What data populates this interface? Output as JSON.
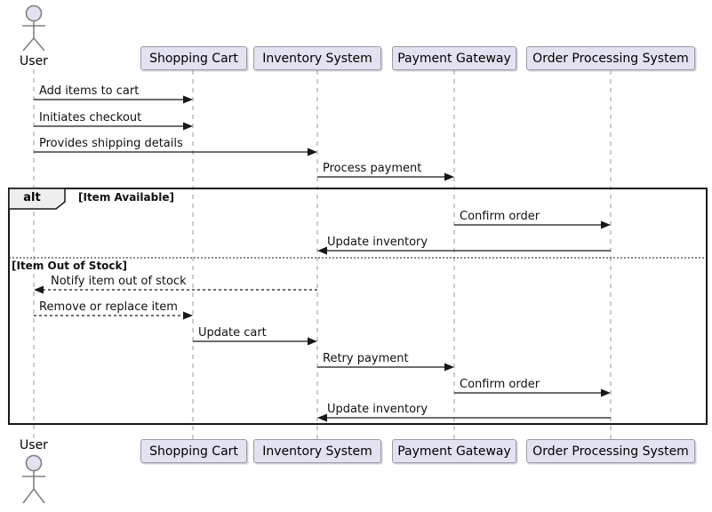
{
  "diagram_type": "uml-sequence-diagram",
  "actor": {
    "label": "User"
  },
  "participants": [
    {
      "label": "Shopping Cart"
    },
    {
      "label": "Inventory System"
    },
    {
      "label": "Payment Gateway"
    },
    {
      "label": "Order Processing System"
    }
  ],
  "frame": {
    "operator": "alt",
    "branch1_condition": "[Item Available]",
    "branch2_condition": "[Item Out of Stock]"
  },
  "messages": [
    {
      "label": "Add items to cart",
      "from": "User",
      "to": "Shopping Cart",
      "line": "solid"
    },
    {
      "label": "Initiates checkout",
      "from": "User",
      "to": "Shopping Cart",
      "line": "solid"
    },
    {
      "label": "Provides shipping details",
      "from": "User",
      "to": "Inventory System",
      "line": "solid"
    },
    {
      "label": "Process payment",
      "from": "Inventory System",
      "to": "Payment Gateway",
      "line": "solid"
    },
    {
      "label": "Confirm order",
      "from": "Payment Gateway",
      "to": "Order Processing System",
      "line": "solid",
      "branch": "Item Available"
    },
    {
      "label": "Update inventory",
      "from": "Order Processing System",
      "to": "Inventory System",
      "line": "solid",
      "branch": "Item Available"
    },
    {
      "label": "Notify item out of stock",
      "from": "Inventory System",
      "to": "User",
      "line": "dashed",
      "branch": "Item Out of Stock"
    },
    {
      "label": "Remove or replace item",
      "from": "User",
      "to": "Shopping Cart",
      "line": "dashed",
      "branch": "Item Out of Stock"
    },
    {
      "label": "Update cart",
      "from": "Shopping Cart",
      "to": "Inventory System",
      "line": "solid",
      "branch": "Item Out of Stock"
    },
    {
      "label": "Retry payment",
      "from": "Inventory System",
      "to": "Payment Gateway",
      "line": "solid",
      "branch": "Item Out of Stock"
    },
    {
      "label": "Confirm order",
      "from": "Payment Gateway",
      "to": "Order Processing System",
      "line": "solid",
      "branch": "Item Out of Stock"
    },
    {
      "label": "Update inventory",
      "from": "Order Processing System",
      "to": "Inventory System",
      "line": "solid",
      "branch": "Item Out of Stock"
    }
  ],
  "colors": {
    "participant_fill": "#E2E2F0",
    "participant_border": "#9A9AA8",
    "lifeline": "#999999",
    "message_line": "#181818",
    "frame_border": "#181818",
    "operator_fill": "#EEEEEE",
    "background": "#FFFFFF"
  }
}
